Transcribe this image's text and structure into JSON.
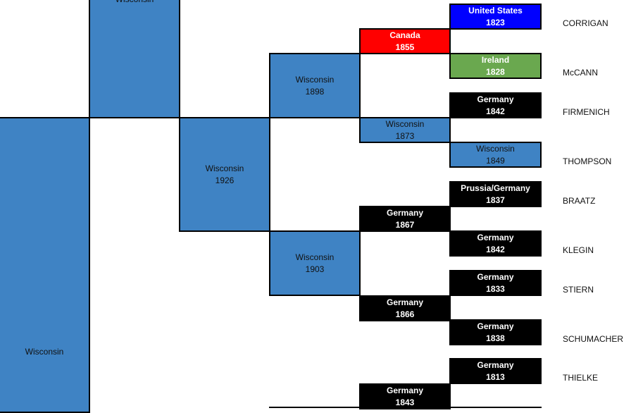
{
  "people": [
    {
      "place": "Wisconsin",
      "year": ""
    },
    {
      "place": "Wisconsin",
      "year": ""
    },
    {
      "place": "Wisconsin",
      "year": "1926"
    },
    {
      "place": "Wisconsin",
      "year": "1898"
    },
    {
      "place": "Wisconsin",
      "year": "1903"
    },
    {
      "place": "Canada",
      "year": "1855"
    },
    {
      "place": "Wisconsin",
      "year": "1873"
    },
    {
      "place": "Germany",
      "year": "1867"
    },
    {
      "place": "Germany",
      "year": "1866"
    },
    {
      "place": "Germany",
      "year": "1843"
    },
    {
      "place": "United States",
      "year": "1823"
    },
    {
      "place": "Ireland",
      "year": "1828"
    },
    {
      "place": "Germany",
      "year": "1842"
    },
    {
      "place": "Wisconsin",
      "year": "1849"
    },
    {
      "place": "Prussia/Germany",
      "year": "1837"
    },
    {
      "place": "Germany",
      "year": "1842"
    },
    {
      "place": "Germany",
      "year": "1833"
    },
    {
      "place": "Germany",
      "year": "1838"
    },
    {
      "place": "Germany",
      "year": "1813"
    }
  ],
  "surnames": [
    "CORRIGAN",
    "McCANN",
    "FIRMENICH",
    "THOMPSON",
    "BRAATZ",
    "KLEGIN",
    "STIERN",
    "SCHUMACHER",
    "THIELKE"
  ],
  "colors": {
    "wisconsin": "#3f83c4",
    "germany": "#000000",
    "canada": "#ff0000",
    "united_states": "#0000ff",
    "ireland": "#6aa84f"
  }
}
